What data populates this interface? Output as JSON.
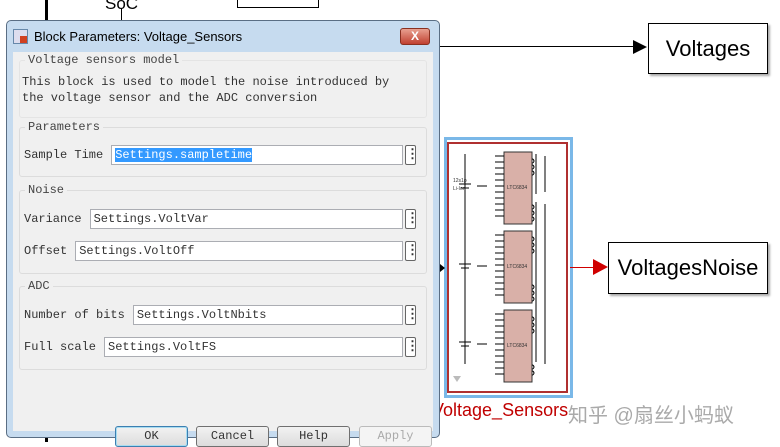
{
  "canvas": {
    "soc_label": "SoC",
    "voltages_block": "Voltages",
    "noise_block": "VoltagesNoise",
    "sensor_block_label": "Voltage_Sensors",
    "chip_label": "LTC6834",
    "battery_label": "12s1p Li-Ion",
    "watermark": "知乎 @扇丝小蚂蚁",
    "colors": {
      "selection": "#7ab8e8",
      "block_border": "#b03030",
      "signal_red": "#d00000",
      "chip_fill": "#d9b0a8"
    }
  },
  "dialog": {
    "title": "Block Parameters: Voltage_Sensors",
    "close_label": "X",
    "description_group": "Voltage sensors model",
    "description": "This block is used to model the noise introduced by the voltage sensor and the ADC conversion",
    "groups": {
      "parameters": {
        "label": "Parameters",
        "sample_time_label": "Sample Time",
        "sample_time_value": "Settings.sampletime"
      },
      "noise": {
        "label": "Noise",
        "variance_label": "Variance",
        "variance_value": "Settings.VoltVar",
        "offset_label": "Offset",
        "offset_value": "Settings.VoltOff"
      },
      "adc": {
        "label": "ADC",
        "bits_label": "Number of bits",
        "bits_value": "Settings.VoltNbits",
        "fullscale_label": "Full scale",
        "fullscale_value": "Settings.VoltFS"
      }
    },
    "more_icon": "⋮",
    "buttons": {
      "ok": "OK",
      "cancel": "Cancel",
      "help": "Help",
      "apply": "Apply"
    }
  }
}
